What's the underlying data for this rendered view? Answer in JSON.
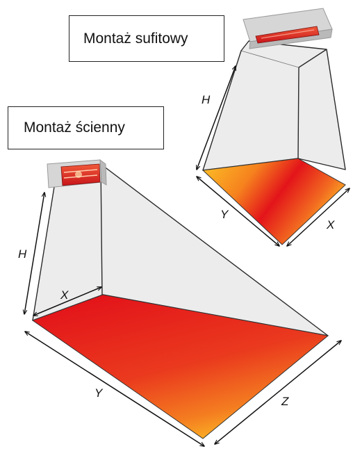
{
  "labels": {
    "ceiling_mount": "Montaż sufitowy",
    "wall_mount": "Montaż ścienny"
  },
  "dimensions": {
    "ceiling": {
      "h": "H",
      "y": "Y",
      "x": "X"
    },
    "wall": {
      "h": "H",
      "x": "X",
      "y": "Y",
      "z": "Z"
    }
  },
  "colors": {
    "heat_red": "#e3141a",
    "heat_orange": "#f6821e",
    "heat_yellow": "#fcc327",
    "cone_fill": "#ececec",
    "heater_body": "#d6d6d6"
  }
}
